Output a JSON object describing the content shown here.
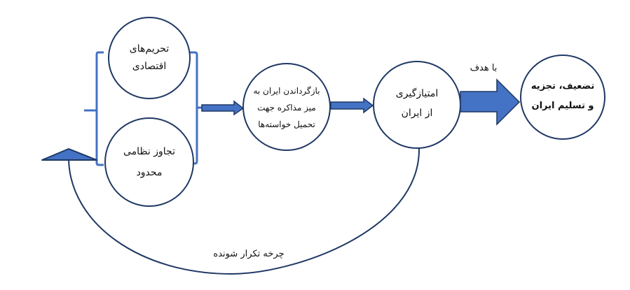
{
  "colors": {
    "circle_stroke": "#1f3864",
    "arrow_fill": "#4472c4",
    "arrow_stroke": "#1f3864",
    "bracket": "#4472c4",
    "text": "#111111",
    "background": "#ffffff"
  },
  "nodes": [
    {
      "id": "economic-sanctions",
      "lines": [
        "تحریم‌های",
        "اقتصادی"
      ]
    },
    {
      "id": "limited-military-aggression",
      "lines": [
        "تجاوز نظامی",
        "محدود"
      ]
    },
    {
      "id": "return-to-negotiation",
      "lines": [
        "بازگرداندن ایران به",
        "میز مذاکره جهت",
        "تحمیل خواسته‌ها"
      ]
    },
    {
      "id": "concession-extraction",
      "lines": [
        "امتیازگیری",
        "از ایران"
      ]
    },
    {
      "id": "goal",
      "lines": [
        "تضعیف، تجزیه",
        "و تسلیم ایران"
      ]
    }
  ],
  "edge_labels": {
    "goal_arrow": "با هدف",
    "cycle": "چرخه تکرار شونده"
  }
}
